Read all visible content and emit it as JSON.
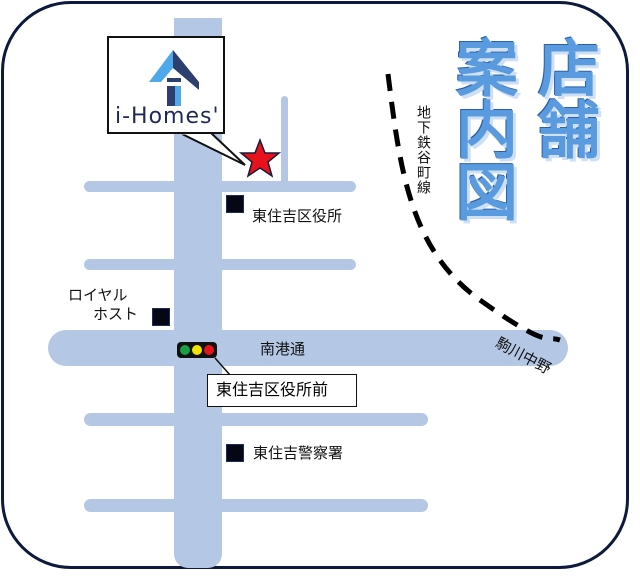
{
  "title": {
    "col1": "店舗",
    "col2": "案内図",
    "full": "店舗案内図",
    "color": "#5a9be0"
  },
  "logo": {
    "brand": "i-Homes'",
    "icon": "house-roof-i-icon",
    "colors": {
      "light": "#4fa9e8",
      "dark": "#2c3f6e"
    }
  },
  "store_marker": {
    "icon": "red-star-icon",
    "color": "#e8121c"
  },
  "roads": {
    "main_horizontal": "南港通",
    "road_color": "#b4c8e6"
  },
  "subway": {
    "line": "地下鉄谷町線",
    "station": "駒川中野"
  },
  "landmarks": [
    {
      "name": "東住吉区役所"
    },
    {
      "name_line1": "ロイヤル",
      "name_line2": "ホスト"
    },
    {
      "name": "東住吉警察署"
    }
  ],
  "traffic_light": {
    "label": "東住吉区役所前",
    "colors": [
      "#1aa040",
      "#f2e400",
      "#e3141c"
    ]
  }
}
